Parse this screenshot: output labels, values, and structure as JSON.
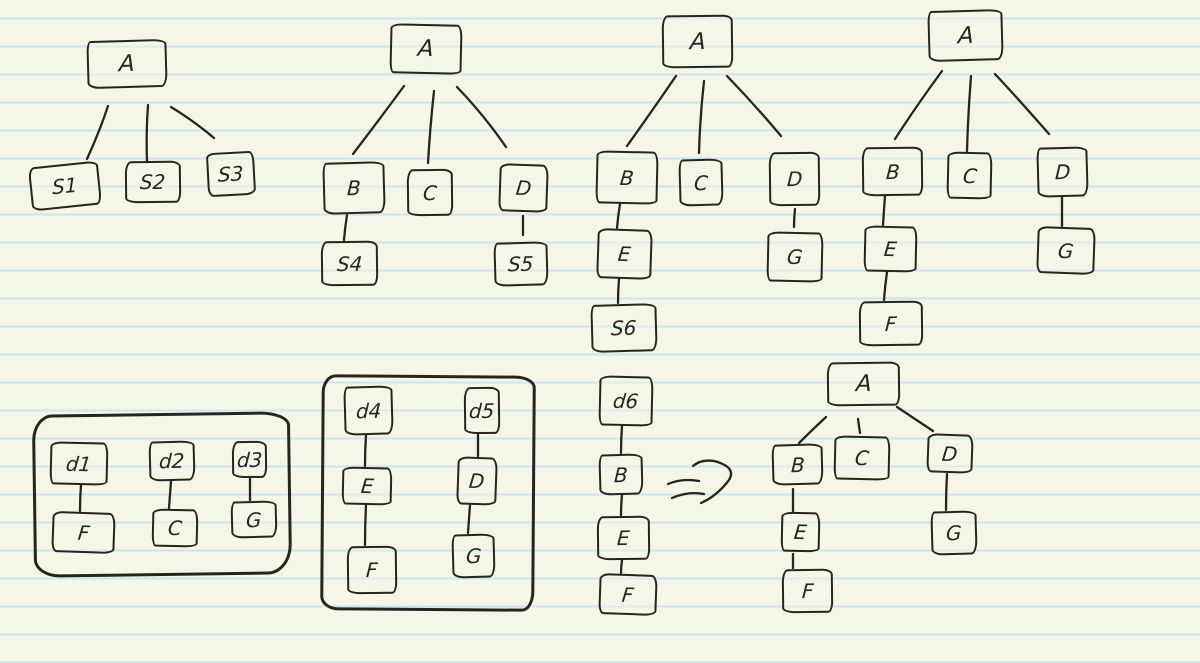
{
  "canvas": {
    "paper_color": "#f5f6e7",
    "rule_line_color": "#cfe4ef",
    "ink_color": "#26261e"
  },
  "diagram": {
    "tree1": {
      "root": "A",
      "child1": "S1",
      "child2": "S2",
      "child3": "S3"
    },
    "tree2": {
      "root": "A",
      "child1": "B",
      "child2": "C",
      "child3": "D",
      "child1_sub": "S4",
      "child3_sub": "S5"
    },
    "tree3": {
      "root": "A",
      "child1": "B",
      "child2": "C",
      "child3": "D",
      "child1_sub": "E",
      "child1_sub2": "S6",
      "child3_sub": "G"
    },
    "tree4": {
      "root": "A",
      "child1": "B",
      "child2": "C",
      "child3": "D",
      "child1_sub": "E",
      "child1_sub2": "F",
      "child3_sub": "G"
    },
    "group1": {
      "pairs": [
        [
          "d1",
          "F"
        ],
        [
          "d2",
          "C"
        ],
        [
          "d3",
          "G"
        ]
      ]
    },
    "group2": {
      "columns": [
        [
          "d4",
          "E",
          "F"
        ],
        [
          "d5",
          "D",
          "G"
        ]
      ]
    },
    "chain": [
      "d6",
      "B",
      "E",
      "F"
    ],
    "arrow_symbol": "⇒",
    "tree5": {
      "root": "A",
      "child1": "B",
      "child2": "C",
      "child3": "D",
      "child1_sub": "E",
      "child1_sub2": "F",
      "child3_sub": "G"
    }
  }
}
